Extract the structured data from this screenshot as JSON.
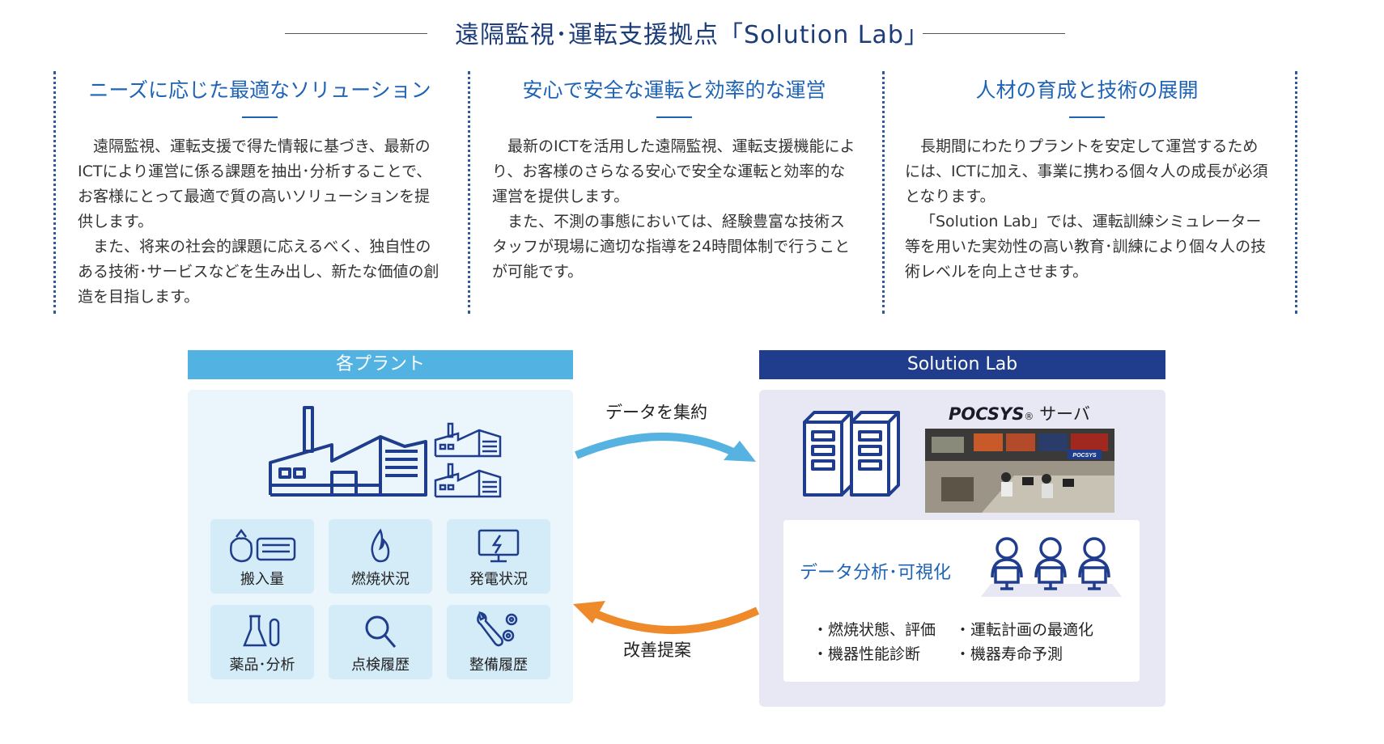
{
  "title": "遠隔監視･運転支援拠点「Solution Lab」",
  "columns": [
    {
      "heading": "ニーズに応じた最適なソリューション",
      "paragraphs": [
        "遠隔監視、運転支援で得た情報に基づき、最新のICTにより運営に係る課題を抽出･分析することで、お客様にとって最適で質の高いソリューションを提供します。",
        "また、将来の社会的課題に応えるべく、独自性のある技術･サービスなどを生み出し、新たな価値の創造を目指します。"
      ]
    },
    {
      "heading": "安心で安全な運転と効率的な運営",
      "paragraphs": [
        "最新のICTを活用した遠隔監視、運転支援機能により、お客様のさらなる安心で安全な運転と効率的な運営を提供します。",
        "また、不測の事態においては、経験豊富な技術スタッフが現場に適切な指導を24時間体制で行うことが可能です。"
      ]
    },
    {
      "heading": "人材の育成と技術の展開",
      "paragraphs": [
        "長期間にわたりプラントを安定して運営するためには、ICTに加え、事業に携わる個々人の成長が必須となります。",
        "「Solution Lab」では、運転訓練シミュレーター等を用いた実効性の高い教育･訓練により個々人の技術レベルを向上させます。"
      ]
    }
  ],
  "diagram": {
    "plant_header": "各プラント",
    "lab_header": "Solution Lab",
    "arrow_top_label": "データを集約",
    "arrow_bottom_label": "改善提案",
    "tiles": [
      {
        "label": "搬入量",
        "icon": "waste-icon"
      },
      {
        "label": "燃焼状況",
        "icon": "flame-icon"
      },
      {
        "label": "発電状況",
        "icon": "power-monitor-icon"
      },
      {
        "label": "薬品･分析",
        "icon": "flask-icon"
      },
      {
        "label": "点検履歴",
        "icon": "magnifier-icon"
      },
      {
        "label": "整備履歴",
        "icon": "wrench-gear-icon"
      }
    ],
    "pocsys_brand": "POCSYS",
    "pocsys_reg": "®",
    "pocsys_suffix": "サーバ",
    "photo_screen_text": "POCSYS",
    "analysis_title": "データ分析･可視化",
    "bullets": [
      "・燃焼状態、評価",
      "・運転計画の最適化",
      "・機器性能診断",
      "・機器寿命予測"
    ]
  },
  "colors": {
    "title": "#1d3d7a",
    "heading": "#1f63b5",
    "plant_header": "#52b3e3",
    "lab_header": "#1f3d8c",
    "arrow_top": "#56b2e0",
    "arrow_bottom": "#ef8a2a",
    "icon": "#1f3d8c"
  }
}
